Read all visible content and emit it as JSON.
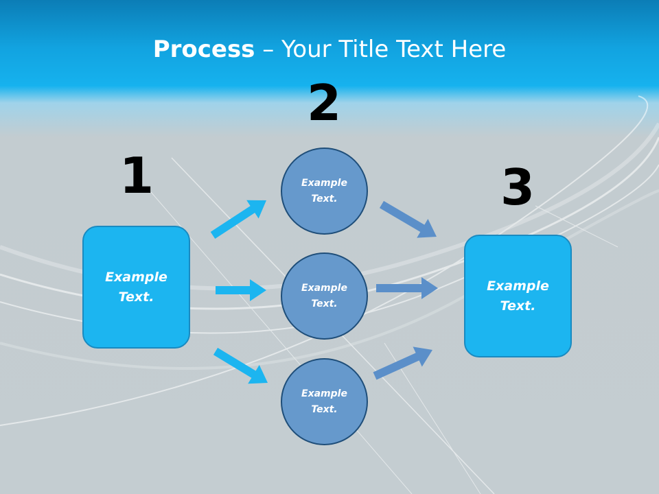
{
  "title": {
    "bold": "Process",
    "rest": " – Your Title Text Here"
  },
  "steps": {
    "one": "1",
    "two": "2",
    "three": "3"
  },
  "left_box": {
    "line1": "Example",
    "line2": "Text."
  },
  "right_box": {
    "line1": "Example",
    "line2": "Text."
  },
  "circles": [
    {
      "line1": "Example",
      "line2": "Text."
    },
    {
      "line1": "Example",
      "line2": "Text."
    },
    {
      "line1": "Example",
      "line2": "Text."
    }
  ],
  "colors": {
    "box": "#1cb5f0",
    "circle": "#6699cc",
    "arrow_left": "#1cb5f0",
    "arrow_right": "#5b8fc9"
  }
}
